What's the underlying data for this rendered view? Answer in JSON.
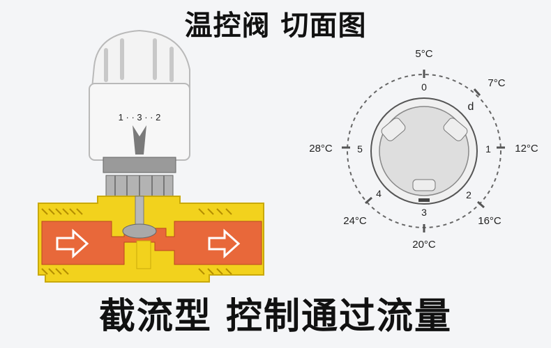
{
  "title": "温控阀 切面图",
  "caption": "截流型 控制通过流量",
  "dial": {
    "temps": [
      "5°C",
      "7°C",
      "12°C",
      "16°C",
      "20°C",
      "24°C",
      "28°C"
    ],
    "numbers": [
      "0",
      "1",
      "2",
      "3",
      "4",
      "5"
    ],
    "marker_letter": "d"
  },
  "knob": {
    "scale": "1 · · 3 · · 2"
  },
  "colors": {
    "valve_body": "#f2d21d",
    "fluid": "#e8683a",
    "knob": "#f1f1f1"
  }
}
